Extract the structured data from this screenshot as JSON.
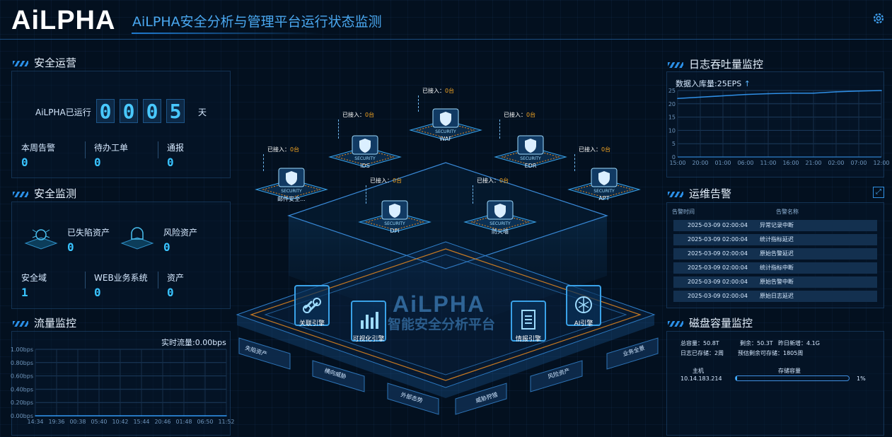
{
  "header": {
    "logo": "AiLPHA",
    "title": "AiLPHA安全分析与管理平台运行状态监测"
  },
  "ops": {
    "title": "安全运营",
    "running_label": "AiLPHA已运行",
    "days": [
      "0",
      "0",
      "0",
      "5"
    ],
    "days_unit": "天",
    "stats": [
      {
        "label": "本周告警",
        "value": "0"
      },
      {
        "label": "待办工单",
        "value": "0"
      },
      {
        "label": "通报",
        "value": "0"
      }
    ]
  },
  "monitor": {
    "title": "安全监测",
    "lost": {
      "label": "已失陷资产",
      "value": "0"
    },
    "risk": {
      "label": "风险资产",
      "value": "0"
    },
    "stats": [
      {
        "label": "安全域",
        "value": "1"
      },
      {
        "label": "WEB业务系统",
        "value": "0"
      },
      {
        "label": "资产",
        "value": "0"
      }
    ]
  },
  "traffic": {
    "title": "流量监控",
    "realtime": "实时流量:0.00bps",
    "y_ticks": [
      "1.00bps",
      "0.80bps",
      "0.60bps",
      "0.40bps",
      "0.20bps",
      "0.00bps"
    ],
    "x_ticks": [
      "14:34",
      "19:36",
      "00:38",
      "05:40",
      "10:42",
      "15:44",
      "20:46",
      "01:48",
      "06:50",
      "11:52"
    ]
  },
  "center": {
    "watermark": "AiLPHA",
    "subtitle": "智能安全分析平台",
    "security_word": "SECURITY",
    "accessed_label": "已接入：",
    "accessed_value": "0台",
    "nodes": [
      "邮件安全...",
      "IDS",
      "WAF",
      "EDR",
      "APT",
      "DPI",
      "防火墙"
    ],
    "engines": [
      "关联引擎",
      "可视化引擎",
      "情报引擎",
      "AI引擎"
    ],
    "bottom": [
      "失陷资产",
      "横向威胁",
      "外部态势",
      "威胁狩猎",
      "风险资产",
      "业务全景"
    ]
  },
  "log": {
    "title": "日志吞吐量监控",
    "ingest": "数据入库量:25EPS",
    "arrow": "↑",
    "y_ticks": [
      "25",
      "20",
      "15",
      "10",
      "5",
      "0"
    ],
    "x_ticks": [
      "15:00",
      "20:00",
      "01:00",
      "06:00",
      "11:00",
      "16:00",
      "21:00",
      "02:00",
      "07:00",
      "12:00"
    ]
  },
  "alerts": {
    "title": "运维告警",
    "col_time": "告警时间",
    "col_name": "告警名称",
    "rows": [
      {
        "time": "2025-03-09 02:00:04",
        "name": "异常记录中断"
      },
      {
        "time": "2025-03-09 02:00:04",
        "name": "统计指标延迟"
      },
      {
        "time": "2025-03-09 02:00:04",
        "name": "原始告警延迟"
      },
      {
        "time": "2025-03-09 02:00:04",
        "name": "统计指标中断"
      },
      {
        "time": "2025-03-09 02:00:04",
        "name": "原始告警中断"
      },
      {
        "time": "2025-03-09 02:00:04",
        "name": "原始日志延迟"
      }
    ]
  },
  "disk": {
    "title": "磁盘容量监控",
    "total": "总容量：50.8T",
    "remain": "剩余：50.3T",
    "yesterday": "昨日新增：4.1G",
    "stored": "日志已存储：2周",
    "expected": "预估剩余可存储：1805周",
    "col_host": "主机",
    "col_cap": "存储容量",
    "host": "10.14.183.214",
    "pct": "1%"
  },
  "chart_data": [
    {
      "type": "line",
      "title": "日志吞吐量监控",
      "x": [
        "15:00",
        "20:00",
        "01:00",
        "06:00",
        "11:00",
        "16:00",
        "21:00",
        "02:00",
        "07:00",
        "12:00"
      ],
      "series": [
        {
          "values": [
            22,
            22.5,
            23,
            23.5,
            23.8,
            24,
            24,
            24.5,
            24.8,
            25
          ]
        }
      ],
      "ylim": [
        0,
        25
      ],
      "grid": true
    },
    {
      "type": "line",
      "title": "流量监控",
      "x": [
        "14:34",
        "19:36",
        "00:38",
        "05:40",
        "10:42",
        "15:44",
        "20:46",
        "01:48",
        "06:50",
        "11:52"
      ],
      "series": [
        {
          "values": [
            0,
            0,
            0,
            0,
            0,
            0,
            0,
            0,
            0,
            0
          ]
        }
      ],
      "ylim": [
        0,
        1
      ],
      "grid": true
    }
  ],
  "colors": {
    "accent": "#2b8fe6",
    "digit": "#49c9ff",
    "warn": "#f5a623"
  }
}
